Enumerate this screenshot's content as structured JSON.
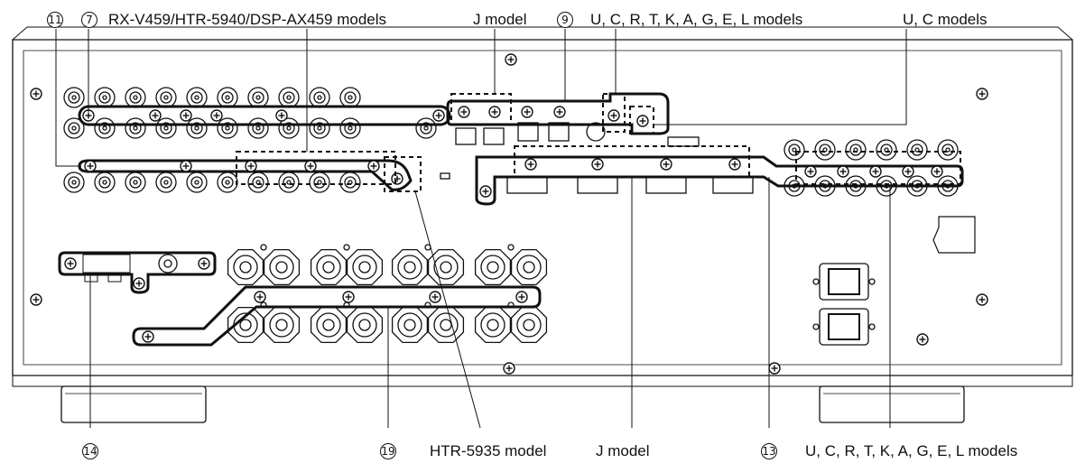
{
  "title": "",
  "callouts": {
    "c11": "11",
    "c7": "7",
    "c9": "9",
    "c14": "14",
    "c19": "19",
    "c13": "13"
  },
  "labels": {
    "top_models_rx": "RX-V459/HTR-5940/DSP-AX459 models",
    "top_j_model": "J model",
    "top_ucrt": "U, C, R, T, K, A, G, E, L models",
    "top_uc": "U, C models",
    "bottom_htr": "HTR-5935 model",
    "bottom_j_model": "J model",
    "bottom_ucrt": "U, C, R, T, K, A, G, E, L models"
  },
  "colors": {
    "line": "#111111",
    "panel": "#ffffff"
  }
}
